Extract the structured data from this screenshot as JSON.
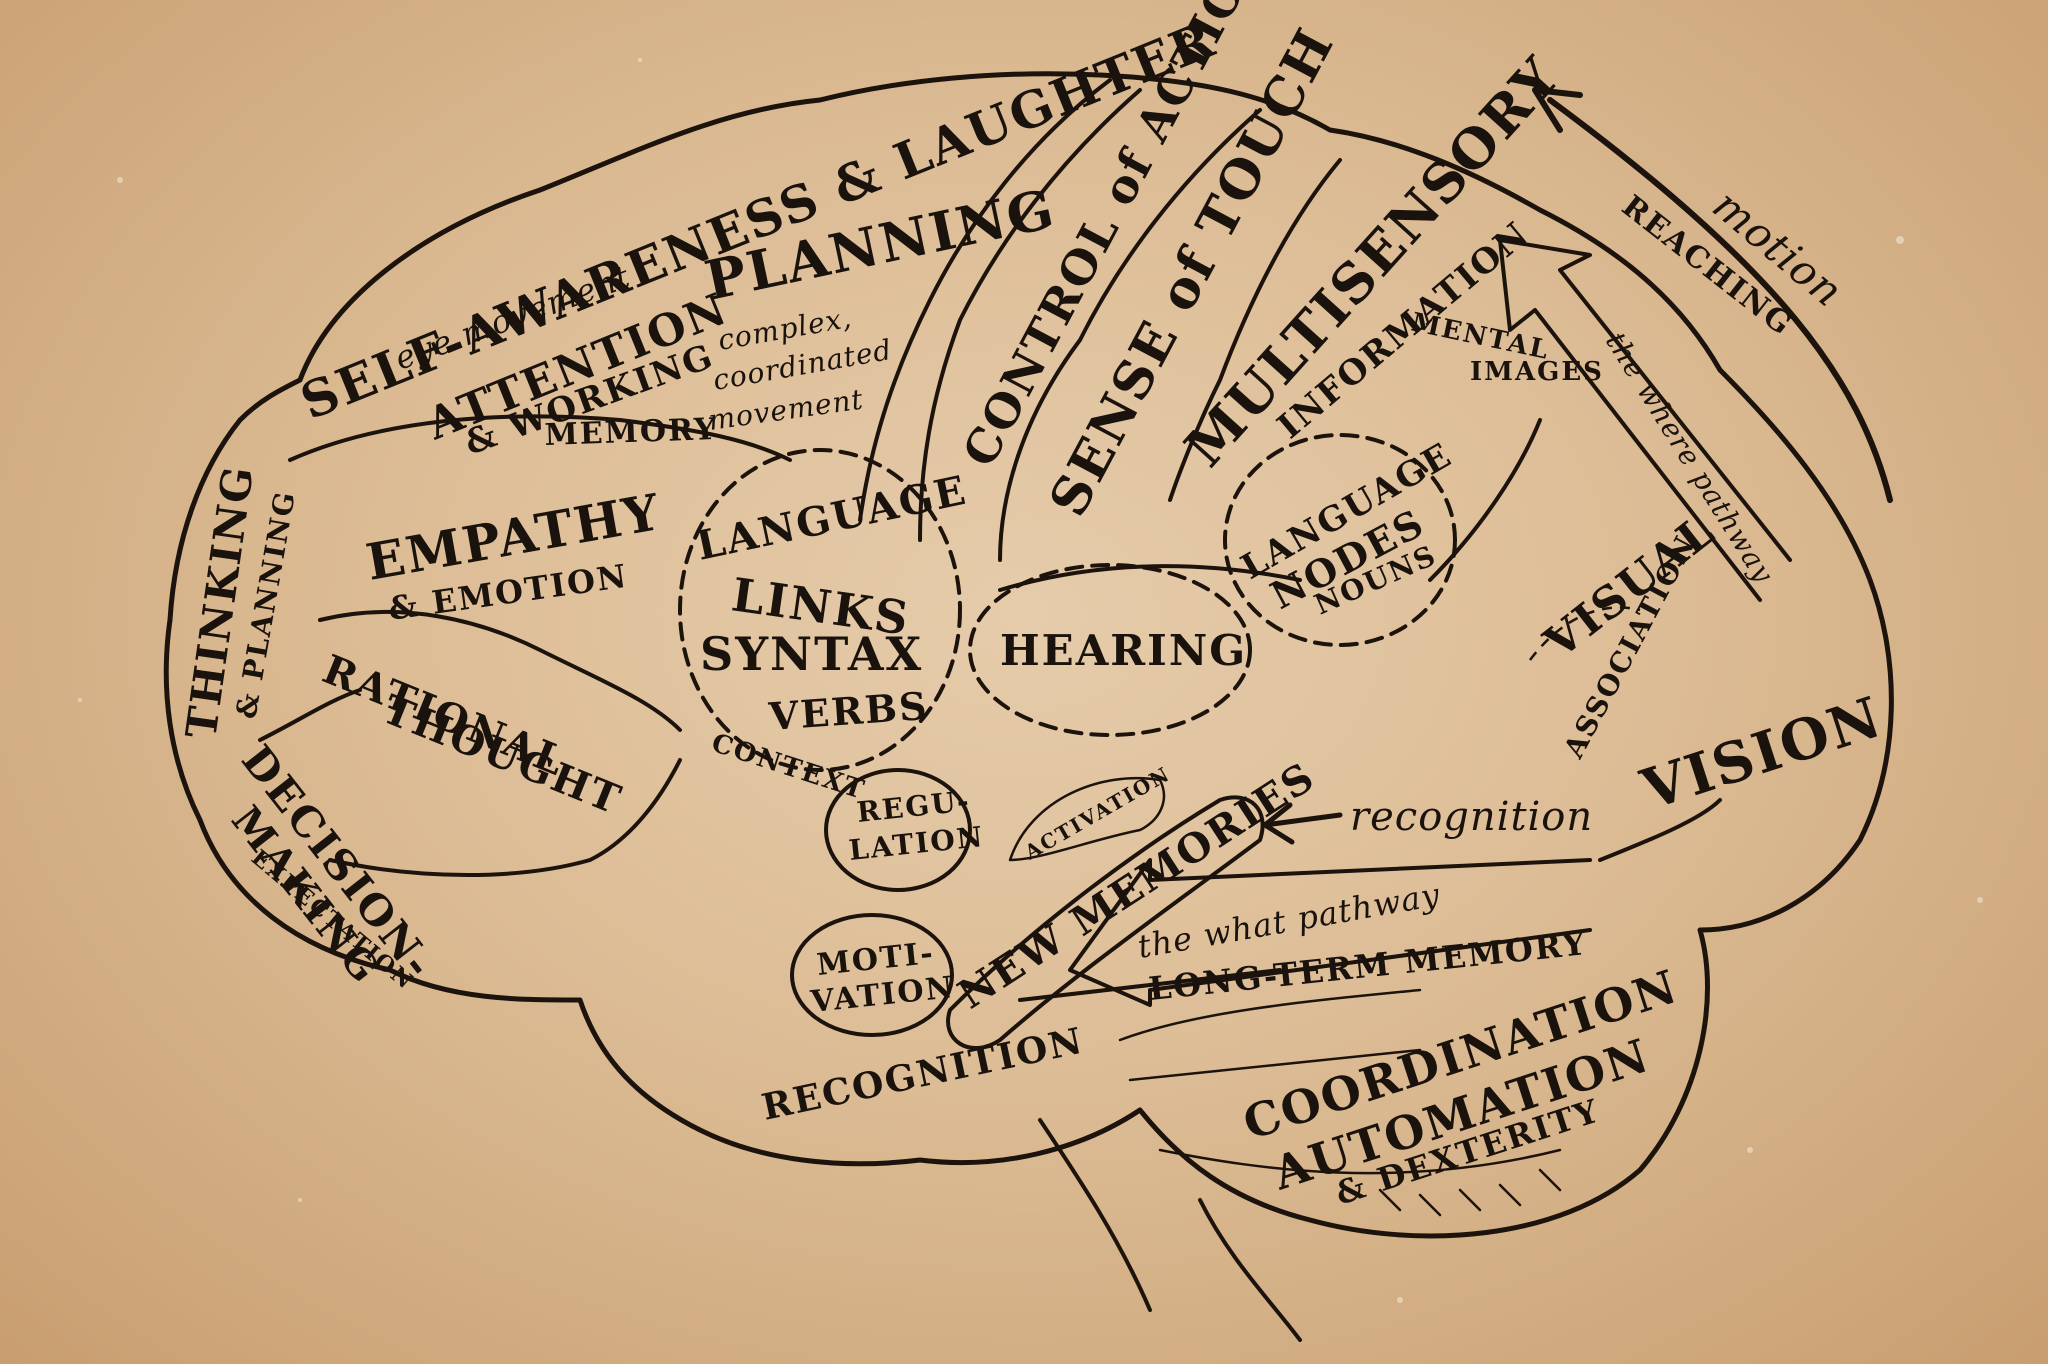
{
  "regions": {
    "self_awareness": "SELF-AWARENESS & LAUGHTER",
    "eye_movement": "eye movement",
    "planning": "PLANNING",
    "planning_sub_1": "complex,",
    "planning_sub_2": "coordinated",
    "planning_sub_3": "movement",
    "control_of_action": "CONTROL of ACTION",
    "sense_of_touch": "SENSE of TOUCH",
    "multisensory": "MULTISENSORY",
    "information": "INFORMATION",
    "mental": "MENTAL",
    "images": "IMAGES",
    "attention": "ATTENTION",
    "working_memory": "& WORKING",
    "memory": "MEMORY",
    "thinking": "THINKING",
    "and_planning": "& PLANNING",
    "empathy": "EMPATHY",
    "emotion": "& EMOTION",
    "rational": "RATIONAL",
    "thought": "THOUGHT",
    "decision": "DECISION-",
    "making": "MAKING",
    "expectation": "EXPECTATION",
    "language_links": "LANGUAGE",
    "links": "LINKS",
    "syntax": "SYNTAX",
    "verbs": "VERBS",
    "context": "CONTEXT",
    "hearing": "HEARING",
    "language_nodes": "LANGUAGE",
    "nodes": "NODES",
    "nouns": "NOUNS",
    "visual": "VISUAL",
    "association": "ASSOCIATION",
    "vision": "VISION",
    "recognition_arrow": "recognition",
    "where_pathway": "the where pathway",
    "motion": "motion",
    "reaching": "REACHING",
    "regulation_1": "REGU-",
    "regulation_2": "LATION",
    "activation": "ACTIVATION",
    "new_memories": "NEW MEMORIES",
    "motivation_1": "MOTI-",
    "motivation_2": "VATION",
    "what_pathway": "the what pathway",
    "long_term_memory": "LONG-TERM MEMORY",
    "recognition_low": "RECOGNITION",
    "coordination": "COORDINATION",
    "automation": "AUTOMATION",
    "dexterity": "& DEXTERITY"
  },
  "colors": {
    "ink": "#1c130d",
    "paper": "#dcbc95"
  }
}
